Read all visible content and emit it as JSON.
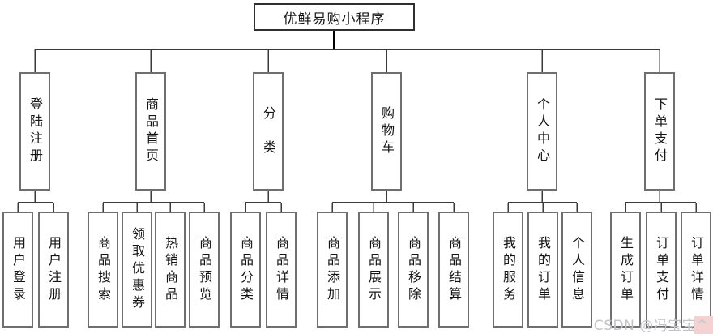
{
  "root": {
    "label": "优鲜易购小程序"
  },
  "groups": [
    {
      "label": "登陆注册",
      "children": [
        "用户登录",
        "用户注册"
      ]
    },
    {
      "label": "商品首页",
      "children": [
        "商品搜索",
        "领取优惠券",
        "热销商品",
        "商品预览"
      ]
    },
    {
      "label": "分　类",
      "children": [
        "商品分类",
        "商品详情"
      ]
    },
    {
      "label": "购物车",
      "children": [
        "商品添加",
        "商品展示",
        "商品移除",
        "商品结算"
      ]
    },
    {
      "label": "个人中心",
      "children": [
        "我的服务",
        "我的订单",
        "个人信息"
      ]
    },
    {
      "label": "下单支付",
      "children": [
        "生成订单",
        "订单支付",
        "订单详情"
      ]
    }
  ],
  "watermark": {
    "text": "CSDN @冯宝宝^"
  },
  "colors": {
    "line": "#3a3a3a",
    "box_border": "#6f6f6f",
    "root_border": "#2f2f2f",
    "watermark_text": "#c4c4c8",
    "watermark_highlight": "#f5d2d2"
  }
}
